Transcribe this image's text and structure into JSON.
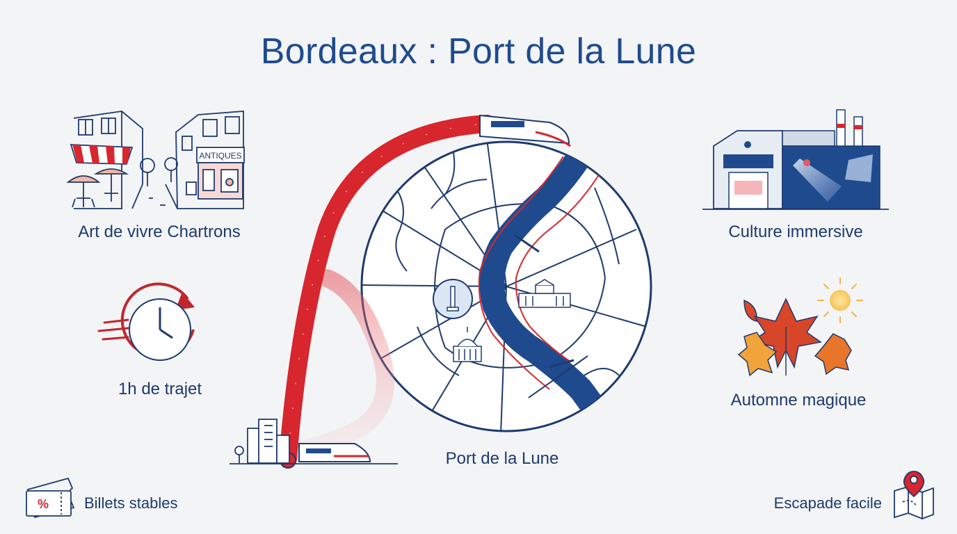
{
  "title": "Bordeaux : Port de la Lune",
  "features": {
    "chartrons": "Art de vivre Chartrons",
    "trajet": "1h de trajet",
    "port": "Port de la Lune",
    "culture": "Culture immersive",
    "automne": "Automne magique",
    "billets": "Billets stables",
    "escapade": "Escapade facile"
  },
  "icons": {
    "street": "chartrons-street-icon",
    "clock": "fast-clock-icon",
    "map": "city-map-icon",
    "train": "train-icon",
    "warehouse": "immersive-warehouse-icon",
    "leaves": "autumn-leaves-icon",
    "ticket": "ticket-icon",
    "pin": "map-pin-icon"
  },
  "shop_sign": "ANTIQUES",
  "ticket_symbol": "%",
  "colors": {
    "navy": "#1e3a6e",
    "blue": "#1f4b8e",
    "red": "#d7262e",
    "orange": "#e8762a",
    "background": "#f3f4f6"
  }
}
